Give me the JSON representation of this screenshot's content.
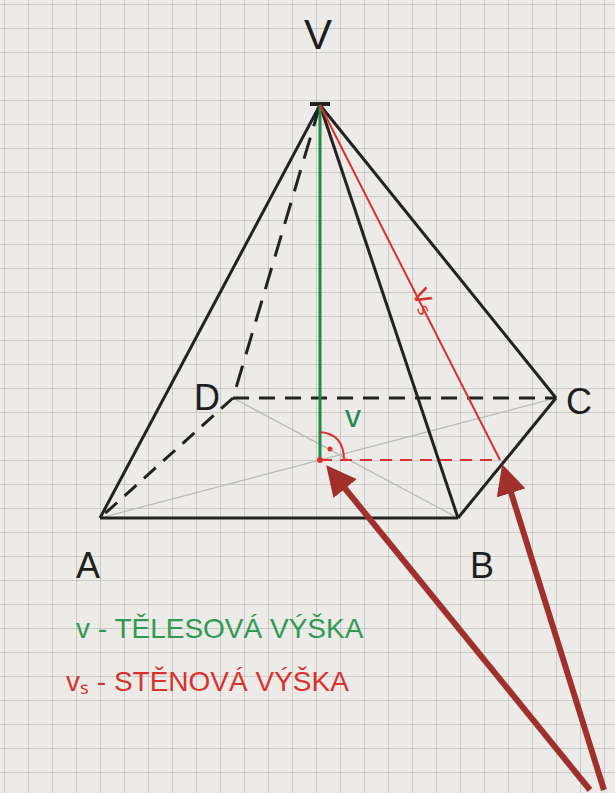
{
  "diagram": {
    "labels": [
      "V",
      "D",
      "C",
      "A",
      "B",
      "v",
      "vₛ",
      "v - TĚLESOVÁ VÝŠKA",
      "vₛ - STĚNOVÁ VÝŠKA"
    ]
  }
}
